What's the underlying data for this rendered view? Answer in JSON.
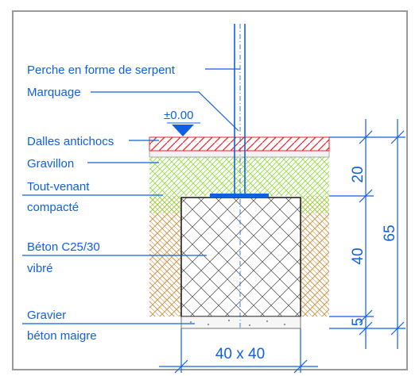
{
  "labels": {
    "perche": "Perche en forme de serpent",
    "marquage": "Marquage",
    "level": "±0.00",
    "dalles": "Dalles antichocs",
    "gravillon": "Gravillon",
    "tout_venant_1": "Tout-venant",
    "tout_venant_2": "compacté",
    "beton_1": "Béton C25/30",
    "beton_2": "vibré",
    "gravier_1": "Gravier",
    "gravier_2": "béton maigre"
  },
  "dimensions": {
    "d20": "20",
    "d40": "40",
    "d5": "5",
    "d65": "65",
    "footing": "40 x 40"
  },
  "colors": {
    "annotation": "#1060e0",
    "hatch_red": "#e8202a",
    "hatch_green": "#99d94a",
    "hatch_brown": "#c79a52",
    "outline": "#222222",
    "frame": "#9a9a9a"
  }
}
